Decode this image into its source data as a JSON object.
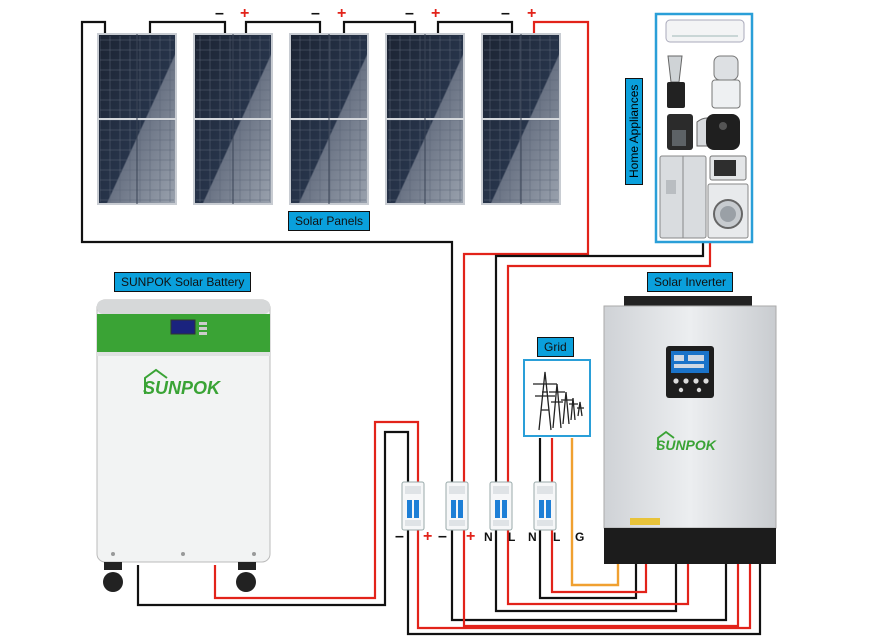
{
  "labels": {
    "solar_panels": "Solar Panels",
    "home_appliances": "Home Appliances",
    "solar_battery": "SUNPOK Solar Battery",
    "grid": "Grid",
    "solar_inverter": "Solar Inverter"
  },
  "brand": {
    "battery_logo": "SUNPOK",
    "inverter_logo": "SUNPOK"
  },
  "panel_polarity": {
    "minus": "–",
    "plus": "+"
  },
  "breaker_terminals": [
    "–",
    "+",
    "–",
    "+",
    "N",
    "L",
    "N",
    "L",
    "G"
  ],
  "colors": {
    "tag_blue": "#0aa0dc",
    "wire_red": "#e2231a",
    "wire_black": "#111111",
    "wire_orange": "#f0a030",
    "brand_green": "#3aa335",
    "appliance_frame": "#2a9fd8"
  },
  "icons": [
    "solar-panel-icon",
    "air-conditioner-icon",
    "blender-icon",
    "food-processor-icon",
    "coffee-maker-icon",
    "kettle-icon",
    "air-fryer-icon",
    "refrigerator-icon",
    "microwave-icon",
    "washing-machine-icon",
    "power-tower-icon",
    "circuit-breaker-icon",
    "battery-icon",
    "inverter-icon"
  ]
}
